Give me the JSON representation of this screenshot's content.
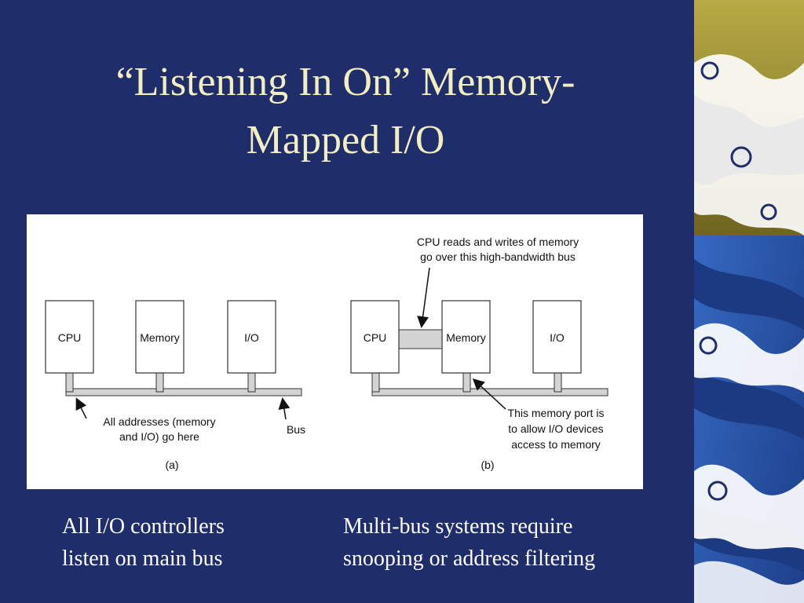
{
  "slide": {
    "title_line1": "“Listening In On” Memory-",
    "title_line2": "Mapped I/O",
    "caption_left_line1": "All I/O controllers",
    "caption_left_line2": "listen on main bus",
    "caption_right_line1": "Multi-bus systems require",
    "caption_right_line2": "snooping or address filtering"
  },
  "figure": {
    "a": {
      "cpu": "CPU",
      "memory": "Memory",
      "io": "I/O",
      "note_line1": "All addresses (memory",
      "note_line2": "and I/O) go here",
      "bus_label": "Bus",
      "label": "(a)"
    },
    "b": {
      "cpu": "CPU",
      "memory": "Memory",
      "io": "I/O",
      "top_note_line1": "CPU reads and writes of memory",
      "top_note_line2": "go over this high-bandwidth bus",
      "port_note_line1": "This memory port is",
      "port_note_line2": "to allow I/O devices",
      "port_note_line3": "access to memory",
      "label": "(b)"
    }
  },
  "colors": {
    "background": "#1f2d6b",
    "title": "#f2eec0",
    "caption": "#ffffff",
    "bus_fill": "#d3d3d3",
    "wave_blue": "#2f5fb4",
    "wave_gold": "#a89a3a"
  }
}
